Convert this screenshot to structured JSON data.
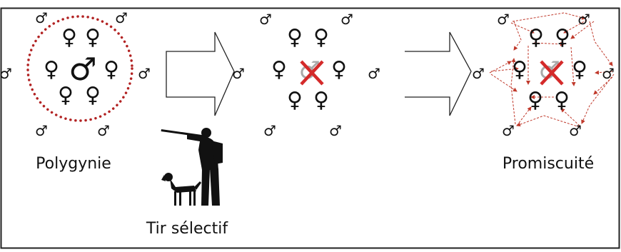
{
  "symbols": {
    "male": "♂",
    "female": "♀"
  },
  "labels": {
    "left": "Polygynie",
    "hunter": "Tir sélectif",
    "right": "Promiscuité"
  },
  "colors": {
    "frame": "#222222",
    "ink": "#111111",
    "red_dots": "#b22222",
    "red_cross": "#d42a2a",
    "grey_male": "#a9a9a9",
    "arrow_outline": "#222222",
    "mating_arrows": "#c0392b"
  },
  "icons": {
    "hunter": "hunter-with-rifle-icon",
    "dog": "hunting-dog-icon"
  }
}
